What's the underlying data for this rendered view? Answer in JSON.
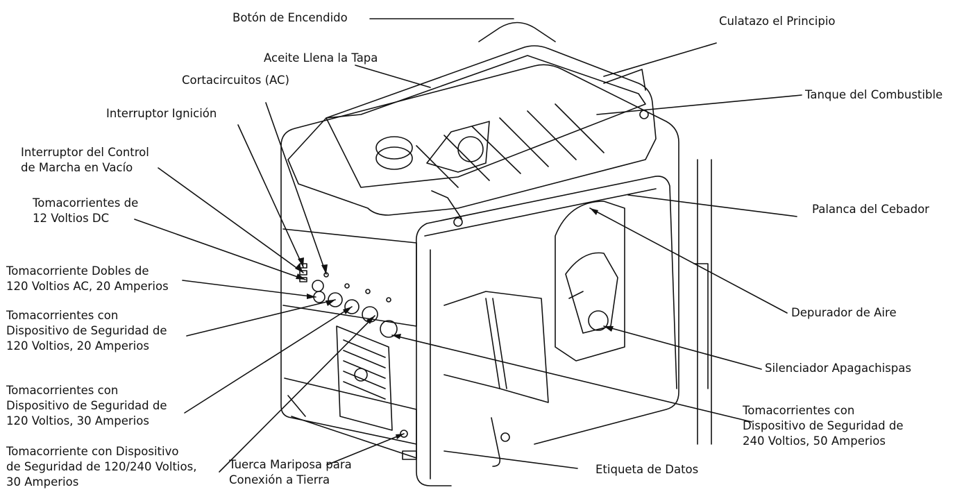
{
  "labels": {
    "boton_encendido": "Botón de Encendido",
    "culatazo": "Culatazo el Principio",
    "aceite": "Aceite Llena la Tapa",
    "cortacircuitos": "Cortacircuitos (AC)",
    "tanque": "Tanque del Combustible",
    "interruptor_ignicion": "Interruptor Ignición",
    "interruptor_control": "Interruptor del Control\nde Marcha en Vacío",
    "toma_12v": "Tomacorrientes de\n12 Voltios DC",
    "palanca_cebador": "Palanca del Cebador",
    "toma_dobles_120": "Tomacorriente Dobles de\n120 Voltios AC, 20 Amperios",
    "depurador": "Depurador de Aire",
    "toma_seg_120_20": "Tomacorrientes con\nDispositivo de Seguridad de\n120 Voltios, 20 Amperios",
    "silenciador": "Silenciador Apagachispas",
    "toma_seg_120_30": "Tomacorrientes con\nDispositivo de Seguridad de\n120 Voltios, 30 Amperios",
    "toma_seg_240_50": "Tomacorrientes con\nDispositivo de Seguridad de\n240 Voltios, 50 Amperios",
    "toma_seg_120_240": "Tomacorriente con Dispositivo\nde Seguridad de 120/240 Voltios,\n30 Amperios",
    "tuerca": "Tuerca Mariposa para\nConexión a Tierra",
    "etiqueta": "Etiqueta de Datos"
  },
  "colors": {
    "line": "#111111",
    "fill": "#ffffff"
  }
}
